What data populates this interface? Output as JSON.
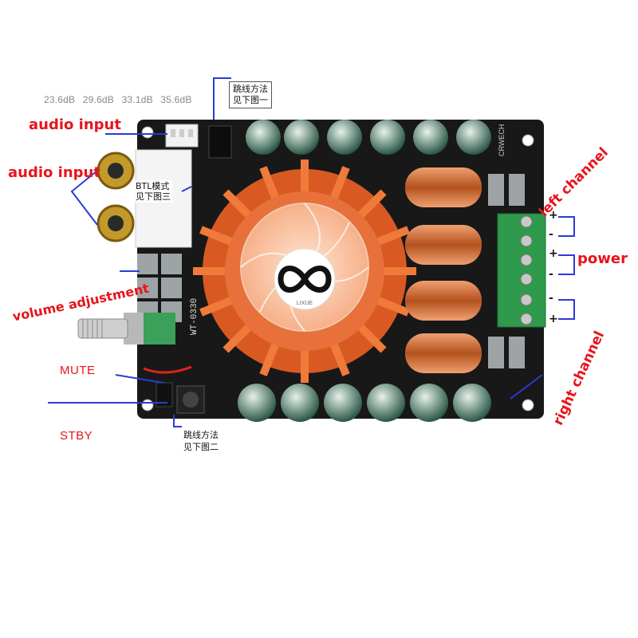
{
  "gain_options": [
    "23.6dB",
    "29.6dB",
    "33.1dB",
    "35.6dB"
  ],
  "labels": {
    "audio_input_top": "audio input",
    "audio_input_rca": "audio input",
    "volume": "volume adjustment",
    "mute": "MUTE",
    "stby": "STBY",
    "left_channel": "left channel",
    "power": "power",
    "right_channel": "right channel"
  },
  "notes": {
    "jumper1_line1": "跳线方法",
    "jumper1_line2": "见下图一",
    "btl_line1": "BTL模式",
    "btl_line2": "见下图三",
    "jumper2_line1": "跳线方法",
    "jumper2_line2": "见下图二"
  },
  "terminal_signs": [
    "+",
    "-",
    "+",
    "-",
    "-",
    "+"
  ],
  "board": {
    "fan_brand": "LIXUE",
    "model": "WT-0330",
    "maker": "CRWECH"
  },
  "colors": {
    "label_red": "#e8141c",
    "pointer_blue": "#2a3bd6",
    "board": "#1a1a1a",
    "heatsink": "#e0642a",
    "terminal_green": "#2f9a4c"
  }
}
